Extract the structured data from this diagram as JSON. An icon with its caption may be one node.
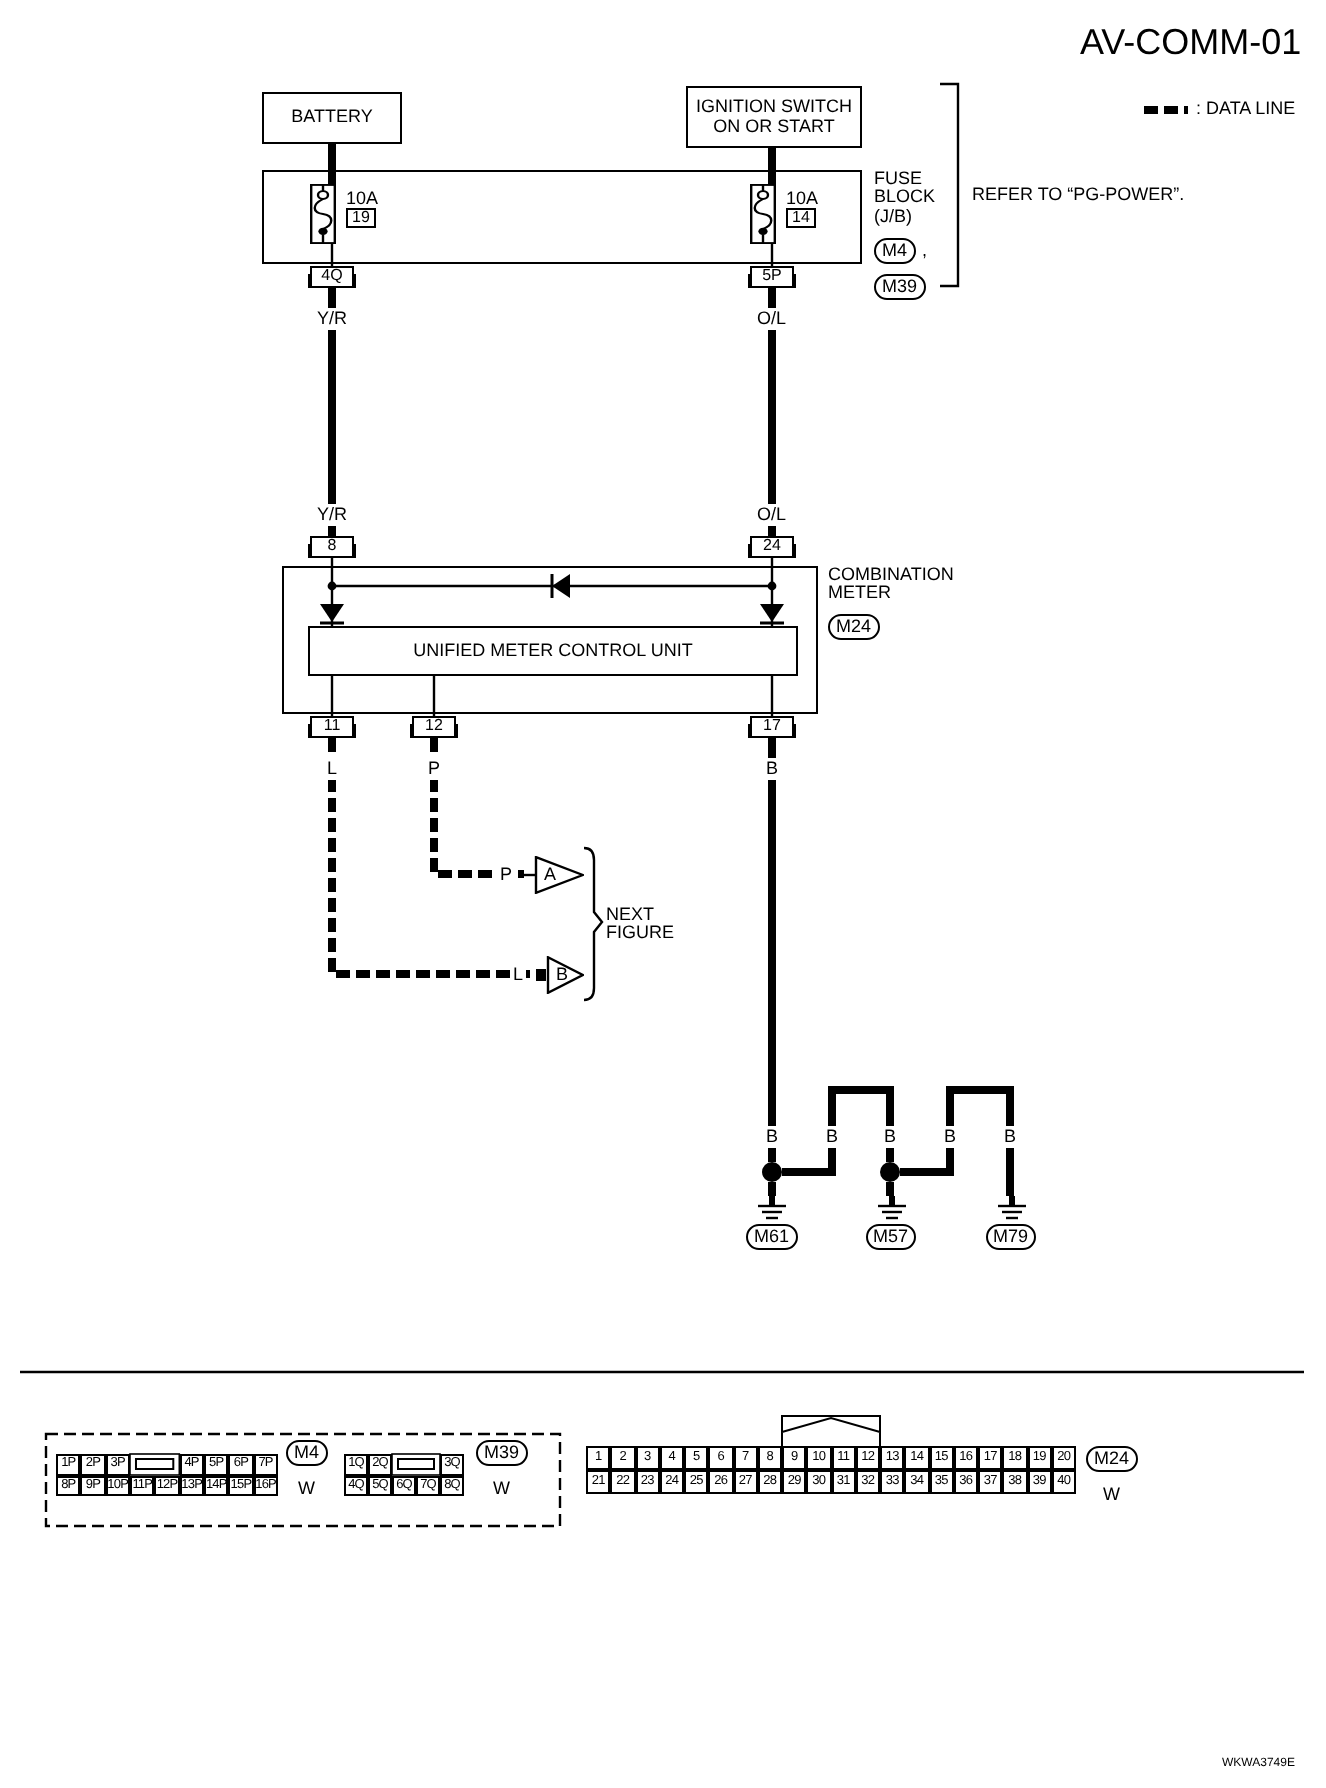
{
  "diagram": {
    "title": "AV-COMM-01",
    "nodes": [
      {
        "text": [
          "BATTERY"
        ]
      },
      {
        "text": [
          "IGNITION SWITCH ON OR START"
        ]
      },
      {
        "text": [
          "FUSE BLOCK (J/B)"
        ]
      },
      {
        "text": [
          "10A",
          "19"
        ],
        "in": 2
      },
      {
        "text": [
          "10A",
          "14"
        ],
        "in": 2
      },
      {
        "text": [
          "4Q"
        ]
      },
      {
        "text": [
          "5P"
        ]
      },
      {
        "text": [
          "COMBINATION METER"
        ]
      },
      {
        "text": [
          "8"
        ]
      },
      {
        "text": [
          "24"
        ]
      },
      {
        "text": [
          "UNIFIED METER CONTROL UNIT"
        ],
        "in": 7
      },
      {
        "text": [
          "11"
        ]
      },
      {
        "text": [
          "12"
        ]
      },
      {
        "text": [
          "17"
        ]
      },
      {
        "text": [
          "A"
        ]
      },
      {
        "text": [
          "B"
        ]
      },
      {
        "text": [],
        "shape": "circle"
      },
      {
        "text": [],
        "shape": "circle"
      },
      {
        "text": [
          "M61"
        ]
      },
      {
        "text": [
          "M57"
        ]
      },
      {
        "text": [
          "M79"
        ]
      },
      {
        "text": [
          "M4"
        ],
        "beside": [
          ","
        ]
      },
      {
        "text": [
          "M39"
        ]
      },
      {
        "text": [
          "M24"
        ]
      },
      {
        "text": [
          "M4"
        ],
        "beside": [
          "W"
        ]
      },
      {
        "text": [
          "M39"
        ],
        "beside": [
          "W"
        ]
      },
      {
        "text": [
          "M24"
        ],
        "beside": [
          "W"
        ]
      }
    ],
    "edges": [
      {
        "from": 0,
        "to": 3,
        "arrow": "none"
      },
      {
        "from": 1,
        "to": 4,
        "arrow": "none"
      },
      {
        "from": 3,
        "to": 5,
        "arrow": "none"
      },
      {
        "from": 4,
        "to": 6,
        "arrow": "none"
      },
      {
        "from": 5,
        "to": 8,
        "arrow": "none",
        "label": "Y/R"
      },
      {
        "from": 6,
        "to": 9,
        "arrow": "none",
        "label": "O/L"
      },
      {
        "from": 8,
        "to": 10,
        "arrow": "to"
      },
      {
        "from": 9,
        "to": 10,
        "arrow": "to"
      },
      {
        "from": 10,
        "to": 11,
        "arrow": "none"
      },
      {
        "from": 10,
        "to": 12,
        "arrow": "none"
      },
      {
        "from": 10,
        "to": 13,
        "arrow": "none"
      },
      {
        "from": 11,
        "to": 15,
        "arrow": "none",
        "label": "L",
        "style": "dashed"
      },
      {
        "from": 12,
        "to": 14,
        "arrow": "none",
        "label": "P",
        "style": "dashed"
      },
      {
        "from": 13,
        "to": 16,
        "arrow": "none",
        "label": "B"
      },
      {
        "from": 16,
        "to": 18,
        "arrow": "none"
      },
      {
        "from": 16,
        "to": 17,
        "arrow": "none",
        "label": "B"
      },
      {
        "from": 17,
        "to": 19,
        "arrow": "none"
      },
      {
        "from": 17,
        "to": 20,
        "arrow": "none",
        "label": "B"
      }
    ],
    "labels": [
      "REFER TO “PG-POWER”.",
      "Y/R",
      "O/L",
      "P",
      "L",
      "NEXT FIGURE",
      "B",
      "B",
      "B",
      "1P",
      "2P",
      "3P",
      "4P",
      "5P",
      "6P",
      "7P",
      "8P",
      "9P",
      "10P",
      "11P",
      "12P",
      "13P",
      "14P",
      "15P",
      "16P",
      "1Q",
      "2Q",
      "3Q",
      "4Q",
      "5Q",
      "6Q",
      "7Q",
      "8Q",
      "1",
      "2",
      "3",
      "4",
      "5",
      "6",
      "7",
      "8",
      "9",
      "10",
      "11",
      "12",
      "13",
      "14",
      "15",
      "16",
      "17",
      "18",
      "19",
      "20",
      "21",
      "22",
      "23",
      "24",
      "25",
      "26",
      "27",
      "28",
      "29",
      "30",
      "31",
      "32",
      "33",
      "34",
      "35",
      "36",
      "37",
      "38",
      "39",
      "40",
      "WKWA3749E"
    ],
    "legend": [
      {
        "text": ": DATA LINE"
      }
    ]
  }
}
